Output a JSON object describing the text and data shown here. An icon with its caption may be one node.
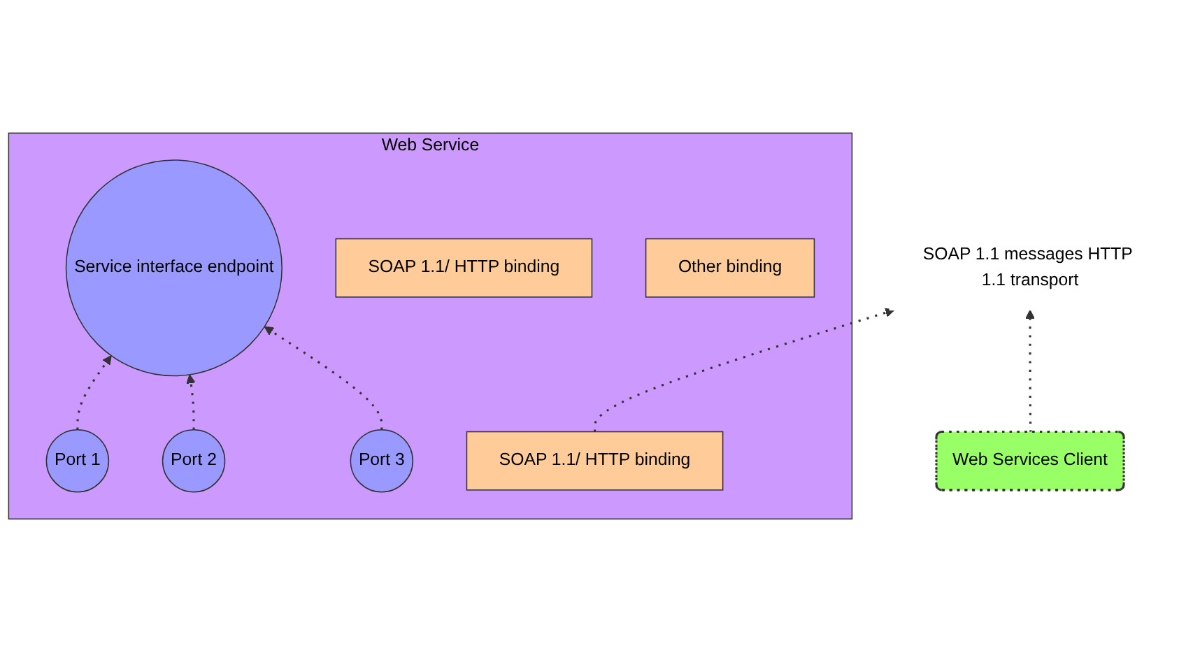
{
  "diagram": {
    "nodes": [
      {
        "text": [
          "Web Service"
        ]
      },
      {
        "text": [
          "Service interface endpoint"
        ],
        "in": 0
      },
      {
        "text": [
          "Port 1"
        ],
        "in": 0
      },
      {
        "text": [
          "Port 2"
        ],
        "in": 0
      },
      {
        "text": [
          "Port 3"
        ],
        "in": 0
      },
      {
        "text": [
          "SOAP 1.1/ HTTP binding"
        ],
        "in": 0
      },
      {
        "text": [
          "SOAP 1.1/ HTTP binding"
        ],
        "in": 0
      },
      {
        "text": [
          "Other binding"
        ],
        "in": 0
      },
      {
        "text": [
          "Web Services Client"
        ]
      },
      {
        "text": [
          "SOAP 1.1 messages HTTP 1.1 transport"
        ]
      }
    ],
    "edges": [
      {
        "from": 2,
        "to": 1,
        "arrow": "to",
        "style": "dashed"
      },
      {
        "from": 3,
        "to": 1,
        "arrow": "to",
        "style": "dashed"
      },
      {
        "from": 4,
        "to": 1,
        "arrow": "to",
        "style": "dashed"
      },
      {
        "from": 8,
        "to": 9,
        "arrow": "to",
        "style": "dashed"
      },
      {
        "from": 5,
        "to": 9,
        "arrow": "to",
        "style": "dashed"
      }
    ]
  }
}
